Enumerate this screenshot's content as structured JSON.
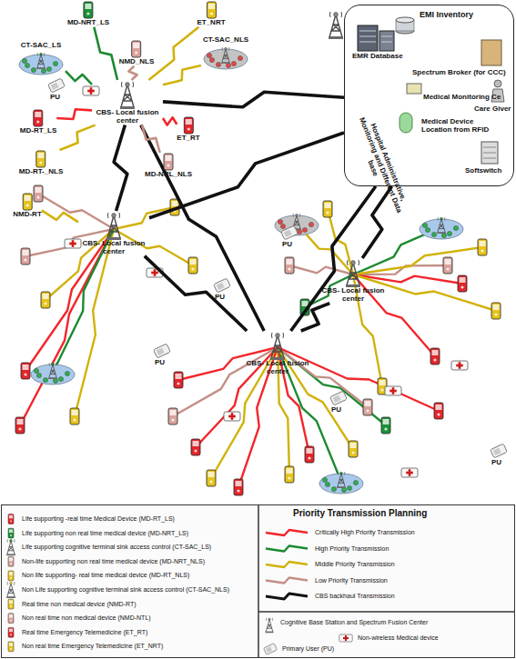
{
  "diagram": {
    "nodes": [
      {
        "text": [
          "EMI Inventory",
          "EMR Database",
          "Spectrum Broker (for CCC)",
          "Medical Monitoring Ce",
          "Care Giver",
          "Medical Device Location from RFID",
          "Softswitch"
        ]
      },
      {
        "text": [
          "CBS- Local fusion center"
        ]
      },
      {
        "text": [
          "CT-SAC_LS"
        ]
      },
      {
        "text": [
          "MD-NRT_LS"
        ]
      },
      {
        "text": [
          "NMD_NLS"
        ]
      },
      {
        "text": [
          "ET_NRT"
        ]
      },
      {
        "text": [
          "CT-SAC_NLS"
        ]
      },
      {
        "text": [
          "MD-RT_LS"
        ]
      },
      {
        "text": [
          "ET_RT"
        ]
      },
      {
        "text": [
          "MD-RT-_NLS"
        ]
      },
      {
        "text": [
          "MD-NRL_NLS"
        ]
      },
      {
        "text": [
          "NMD-RT"
        ]
      },
      {
        "text": [
          "CBS- Local fusion center"
        ]
      },
      {
        "text": [
          "CBS- Local fusion center"
        ]
      },
      {
        "text": [
          "CBS- Local fusion center"
        ]
      }
    ],
    "edges": [
      {
        "from": 1,
        "to": 0,
        "arrow": "none"
      },
      {
        "from": 1,
        "to": 12,
        "arrow": "none"
      },
      {
        "from": 1,
        "to": 14,
        "arrow": "none"
      },
      {
        "from": 0,
        "to": 12,
        "arrow": "none"
      },
      {
        "from": 0,
        "to": 13,
        "arrow": "none"
      },
      {
        "from": 0,
        "to": 14,
        "arrow": "none"
      },
      {
        "from": 12,
        "to": 14,
        "arrow": "none"
      },
      {
        "from": 14,
        "to": 13,
        "arrow": "none"
      },
      {
        "from": 1,
        "to": 2,
        "arrow": "none"
      },
      {
        "from": 1,
        "to": 3,
        "arrow": "none"
      },
      {
        "from": 1,
        "to": 4,
        "arrow": "none"
      },
      {
        "from": 1,
        "to": 5,
        "arrow": "none"
      },
      {
        "from": 1,
        "to": 6,
        "arrow": "none"
      },
      {
        "from": 1,
        "to": 7,
        "arrow": "none"
      },
      {
        "from": 1,
        "to": 8,
        "arrow": "none"
      },
      {
        "from": 1,
        "to": 9,
        "arrow": "none"
      },
      {
        "from": 1,
        "to": 10,
        "arrow": "none"
      },
      {
        "from": 12,
        "to": 11,
        "arrow": "none"
      }
    ],
    "labels": [
      "PU",
      "PU",
      "PU",
      "PU",
      "PU",
      "PU",
      "Hospital Administrative, Monitoring and Different Data base",
      "Priority Transmission Planning"
    ],
    "legend": [
      {
        "text": "Life supporting -real time Medical Device (MD-RT_LS)"
      },
      {
        "text": "Life supporting non real time medical device (MD-NRT_LS)"
      },
      {
        "text": "Life supporting cognitive terminal sink access control (CT-SAC_LS)"
      },
      {
        "text": "Non-life supporting non real time medical device (MD-NRT_NLS)"
      },
      {
        "text": "Non life supporting- real time medical device (MD-RT_NLS)"
      },
      {
        "text": "Non Life supporting cognitive terminal sink access control (CT-SAC_NLS)"
      },
      {
        "text": "Real time non medical device (NMD-RT)"
      },
      {
        "text": "Non real time non medical device (NMD-NTL)"
      },
      {
        "text": "Real time Emergency Telemedicine (ET_RT)"
      },
      {
        "text": "Non real time Emergency Telemedicine (ET_NRT)"
      },
      {
        "text": "Critically High Priority Transmission"
      },
      {
        "text": "High Priority Transmission"
      },
      {
        "text": "Middle Priority Transmission"
      },
      {
        "text": "Low Priority Transmission"
      },
      {
        "text": "CBS backhaul Transmission"
      },
      {
        "text": "Cognitive Base Station and Spectrum Fusion Center"
      },
      {
        "text": "Non-wireless Medical device"
      },
      {
        "text": "Primary User (PU)"
      }
    ]
  }
}
